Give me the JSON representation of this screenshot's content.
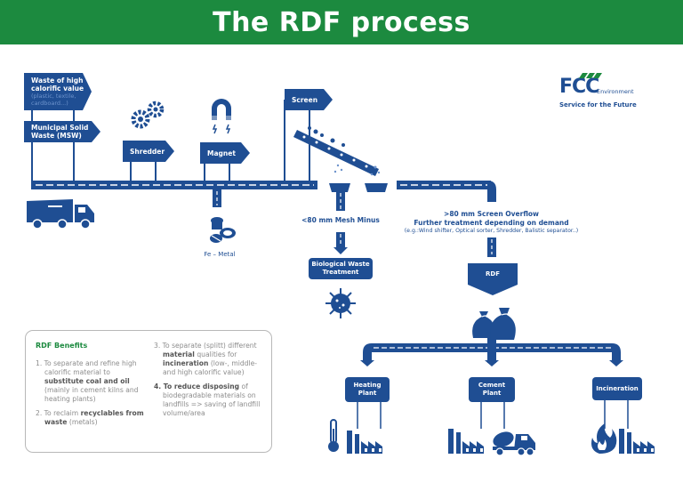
{
  "title": "The RDF process",
  "brand": {
    "logo": "FCC",
    "environment": "Environment",
    "tagline": "Service for the Future",
    "colors": {
      "green": "#1c8a3f",
      "blue": "#1f4e93",
      "light_blue": "#6d93cc"
    }
  },
  "inputs": {
    "waste_high_title": "Waste of high calorific value",
    "waste_high_sub": "(plastic, textile, cardboard...)",
    "msw": "Municipal Solid Waste (MSW)"
  },
  "steps": {
    "shredder": "Shredder",
    "magnet": "Magnet",
    "screen": "Screen"
  },
  "outputs": {
    "metal": "Fe – Metal",
    "mesh_minus": "<80 mm Mesh Minus",
    "overflow_line1": ">80 mm Screen Overflow",
    "overflow_line2": "Further treatment depending on demand",
    "overflow_line3": "(e.g.:Wind shifter, Optical sorter, Shredder, Balistic separator..)",
    "bio": "Biological Waste Treatment",
    "rdf": "RDF"
  },
  "destinations": [
    {
      "label": "Heating Plant"
    },
    {
      "label": "Cement Plant"
    },
    {
      "label": "Incineration"
    }
  ],
  "benefits": {
    "title": "RDF Benefits",
    "item1_pre": "1. To separate and refine high calorific material to ",
    "item1_bold": "substitute coal and oil",
    "item1_post": " (mainly in cement kilns and heating plants)",
    "item2_pre": "2. To reclaim ",
    "item2_bold": "recyclables from waste",
    "item2_post": " (metals)",
    "item3_pre": "3. To separate (splitt) different ",
    "item3_bold1": "material",
    "item3_mid": " qualities for ",
    "item3_bold2": "incineration",
    "item3_post": " (low-, middle- and high calorific value)",
    "item4_bold": "4. To reduce disposing",
    "item4_post": " of biodegradable materials on landfills => saving of landfill volume/area"
  },
  "icons": [
    "garbage-truck-icon",
    "gears-icon",
    "magnet-icon",
    "conveyor-screen-icon",
    "metal-cans-icon",
    "bacteria-icon",
    "rdf-bags-icon",
    "thermometer-icon",
    "factory-icon",
    "cement-mixer-icon",
    "flame-icon"
  ]
}
